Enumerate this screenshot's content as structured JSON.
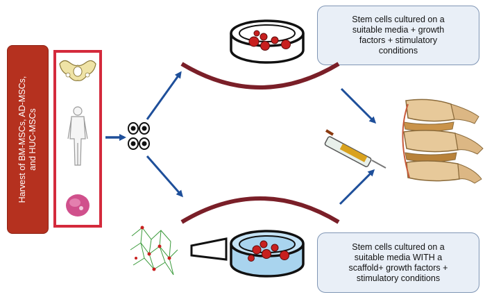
{
  "harvest": {
    "label": "Harvest of BM-MSCs, AD-MSCs,\nand HUC-MSCs"
  },
  "sources": [
    "pelvis-bone-icon",
    "human-body-icon",
    "umbilical-cord-icon"
  ],
  "top_culture": {
    "label": "Stem cells cultured on a\nsuitable media + growth\nfactors + stimulatory\nconditions"
  },
  "bottom_culture": {
    "label": "Stem cells cultured on a\nsuitable media WITH a\nscaffold+ growth factors +\nstimulatory conditions"
  },
  "colors": {
    "harvest_box": "#b5311f",
    "source_frame": "#d42a3c",
    "arrow": "#1e4f9a",
    "membrane": "#7a1f28",
    "cell": "#c8201f",
    "dish_liquid": "#a9d4ee",
    "box_fill": "#e9eff7",
    "box_border": "#7f95b4"
  }
}
